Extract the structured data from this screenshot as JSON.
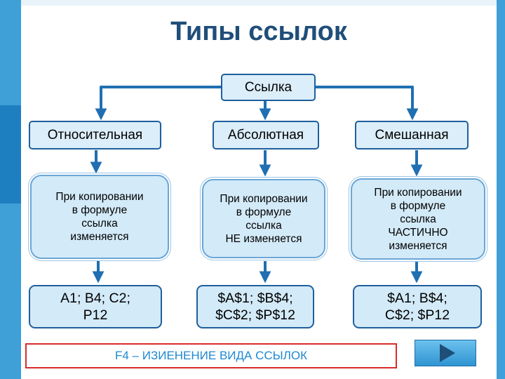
{
  "title": "Типы ссылок",
  "root": {
    "label": "Ссылка"
  },
  "types": [
    {
      "label": "Относительная",
      "description": [
        "При копировании",
        "в формуле",
        "ссылка",
        "изменяется"
      ],
      "examples": [
        "А1; В4; С2;",
        "Р12"
      ]
    },
    {
      "label": "Абсолютная",
      "description": [
        "При копировании",
        "в формуле",
        "ссылка",
        "НЕ изменяется"
      ],
      "examples": [
        "$A$1; $B$4;",
        "$C$2; $P$12"
      ]
    },
    {
      "label": "Смешанная",
      "description": [
        "При копировании",
        "в формуле",
        "ссылка",
        "ЧАСТИЧНО",
        "изменяется"
      ],
      "examples": [
        "$A1; B$4;",
        "C$2; $P12"
      ]
    }
  ],
  "note": "F4 – ИЗИЕНЕНИЕ ВИДА ССЫЛОК",
  "nav": {
    "next_icon": "play-icon"
  },
  "colors": {
    "title": "#1f4e79",
    "box_border": "#1f5f9e",
    "box_fill": "#dbeef9",
    "connector": "#1f6fb2",
    "note_border": "#d92b2b",
    "note_text": "#1e88d0",
    "frame": "#3fa0d8"
  }
}
